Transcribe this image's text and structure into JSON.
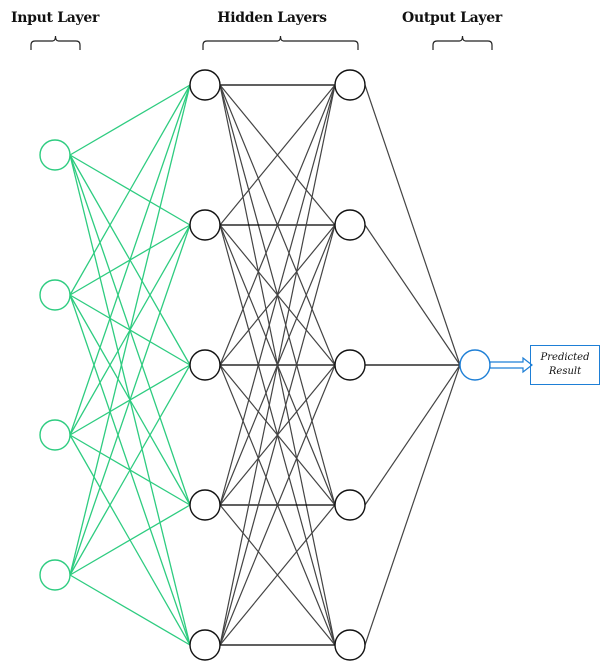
{
  "titles": {
    "input": "Input Layer",
    "hidden": "Hidden Layers",
    "output": "Output Layer"
  },
  "result_box": {
    "line1": "Predicted",
    "line2": "Result"
  },
  "network": {
    "input_nodes": 4,
    "hidden_layers": [
      5,
      5
    ],
    "output_nodes": 1,
    "connectivity": "fully-connected"
  },
  "colors": {
    "input": "#2ecc80",
    "hidden": "#111111",
    "hidden_edges": "#444444",
    "output": "#1e7fd6"
  }
}
